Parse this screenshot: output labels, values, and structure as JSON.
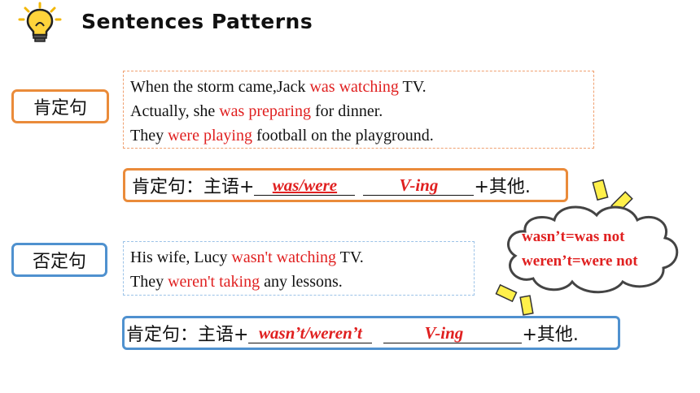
{
  "title": "Sentences Patterns",
  "positive": {
    "tag": "肯定句",
    "examples": [
      {
        "pre": "When the storm came,Jack ",
        "hl": "was watching",
        "post": " TV."
      },
      {
        "pre": "Actually, she ",
        "hl": "was preparing",
        "post": " for dinner."
      },
      {
        "pre": "They ",
        "hl": "were playing",
        "post": " football on the playground."
      }
    ],
    "formula": {
      "lead": "肯定句：主语+",
      "blank1": "was/were",
      "blank2": "V-ing",
      "tail": "+其他."
    }
  },
  "negative": {
    "tag": "否定句",
    "examples": [
      {
        "pre": "His wife, Lucy ",
        "hl": "wasn't watching",
        "post": " TV."
      },
      {
        "pre": "They ",
        "hl": "weren't taking",
        "post": " any lessons."
      }
    ],
    "formula": {
      "lead": "肯定句：主语+",
      "blank1": "wasn’t/weren’t",
      "blank2": "V-ing",
      "tail": "+其他."
    }
  },
  "callout": {
    "line1": "wasn’t=was not",
    "line2": "weren’t=were not"
  },
  "colors": {
    "highlight": "#e02020",
    "positive_border": "#ea8b3a",
    "negative_border": "#4f91cf"
  }
}
